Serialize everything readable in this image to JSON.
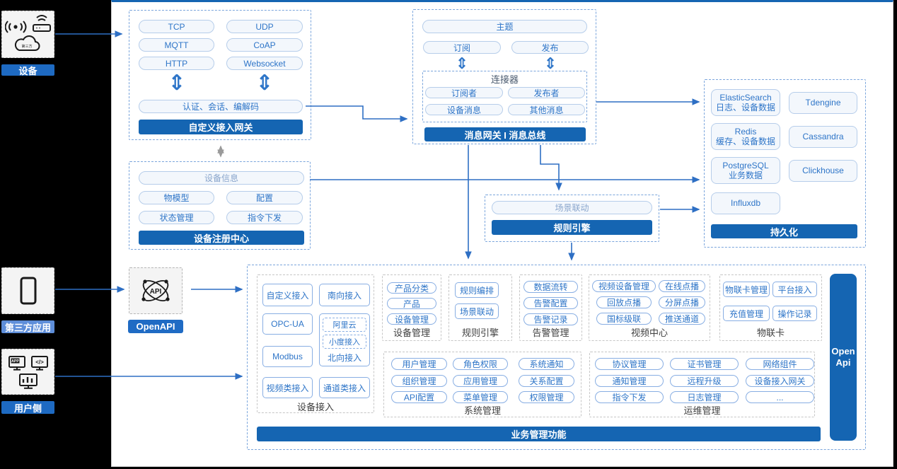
{
  "left_rail": {
    "device": {
      "label": "设备",
      "cloud_text": "第三方"
    },
    "third_party": {
      "label": "第三方应用"
    },
    "user_side": {
      "label": "用户侧",
      "app_text": "APP",
      "code_text": "</>"
    }
  },
  "openapi": {
    "label": "OpenAPI",
    "icon_text": "API"
  },
  "gateway": {
    "title": "自定义接入网关",
    "protocols": [
      "TCP",
      "UDP",
      "MQTT",
      "CoAP",
      "HTTP",
      "Websocket"
    ],
    "session": "认证、会话、编解码"
  },
  "message_bus": {
    "title": "消息网关 I 消息总线",
    "topic": "主题",
    "subscribe": "订阅",
    "publish": "发布",
    "connector": {
      "title": "连接器",
      "items": [
        "订阅者",
        "发布者",
        "设备消息",
        "其他消息"
      ]
    }
  },
  "registry": {
    "title": "设备注册中心",
    "device_info": "设备信息",
    "items": [
      "物模型",
      "配置",
      "状态管理",
      "指令下发"
    ]
  },
  "rule_engine_box": {
    "title": "规则引擎",
    "scene": "场景联动"
  },
  "persistence": {
    "title": "持久化",
    "stores": [
      {
        "name": "ElasticSearch",
        "sub": "日志、设备数据"
      },
      {
        "name": "Tdengine",
        "sub": ""
      },
      {
        "name": "Redis",
        "sub": "缓存、设备数据"
      },
      {
        "name": "Cassandra",
        "sub": ""
      },
      {
        "name": "PostgreSQL",
        "sub": "业务数据"
      },
      {
        "name": "Clickhouse",
        "sub": ""
      },
      {
        "name": "Influxdb",
        "sub": ""
      }
    ]
  },
  "business": {
    "title": "业务管理功能",
    "open_api_bar": "Open Api",
    "device_access": {
      "label": "设备接入",
      "buttons": [
        "自定义接入",
        "南向接入",
        "OPC-UA",
        "Modbus",
        "视频类接入",
        "通道类接入"
      ],
      "north_group": {
        "label": "北向接入",
        "items": [
          "阿里云",
          "小度接入"
        ]
      }
    },
    "device_mgmt": {
      "label": "设备管理",
      "items": [
        "产品分类",
        "产品",
        "设备管理"
      ]
    },
    "rule_engine": {
      "label": "规则引擎",
      "items": [
        "规则编排",
        "场景联动"
      ]
    },
    "alarm": {
      "label": "告警管理",
      "items": [
        "数据流转",
        "告警配置",
        "告警记录"
      ]
    },
    "video": {
      "label": "视频中心",
      "items": [
        "视频设备管理",
        "在线点播",
        "回放点播",
        "分屏点播",
        "国标级联",
        "推送通道"
      ]
    },
    "iot_card": {
      "label": "物联卡",
      "items": [
        "物联卡管理",
        "平台接入",
        "充值管理",
        "操作记录"
      ]
    },
    "system": {
      "label": "系统管理",
      "items": [
        "用户管理",
        "角色权限",
        "系统通知",
        "组织管理",
        "应用管理",
        "关系配置",
        "API配置",
        "菜单管理",
        "权限管理"
      ]
    },
    "ops": {
      "label": "运维管理",
      "items": [
        "协议管理",
        "证书管理",
        "网络组件",
        "通知管理",
        "远程升级",
        "设备接入网关",
        "指令下发",
        "日志管理",
        "..."
      ]
    }
  }
}
